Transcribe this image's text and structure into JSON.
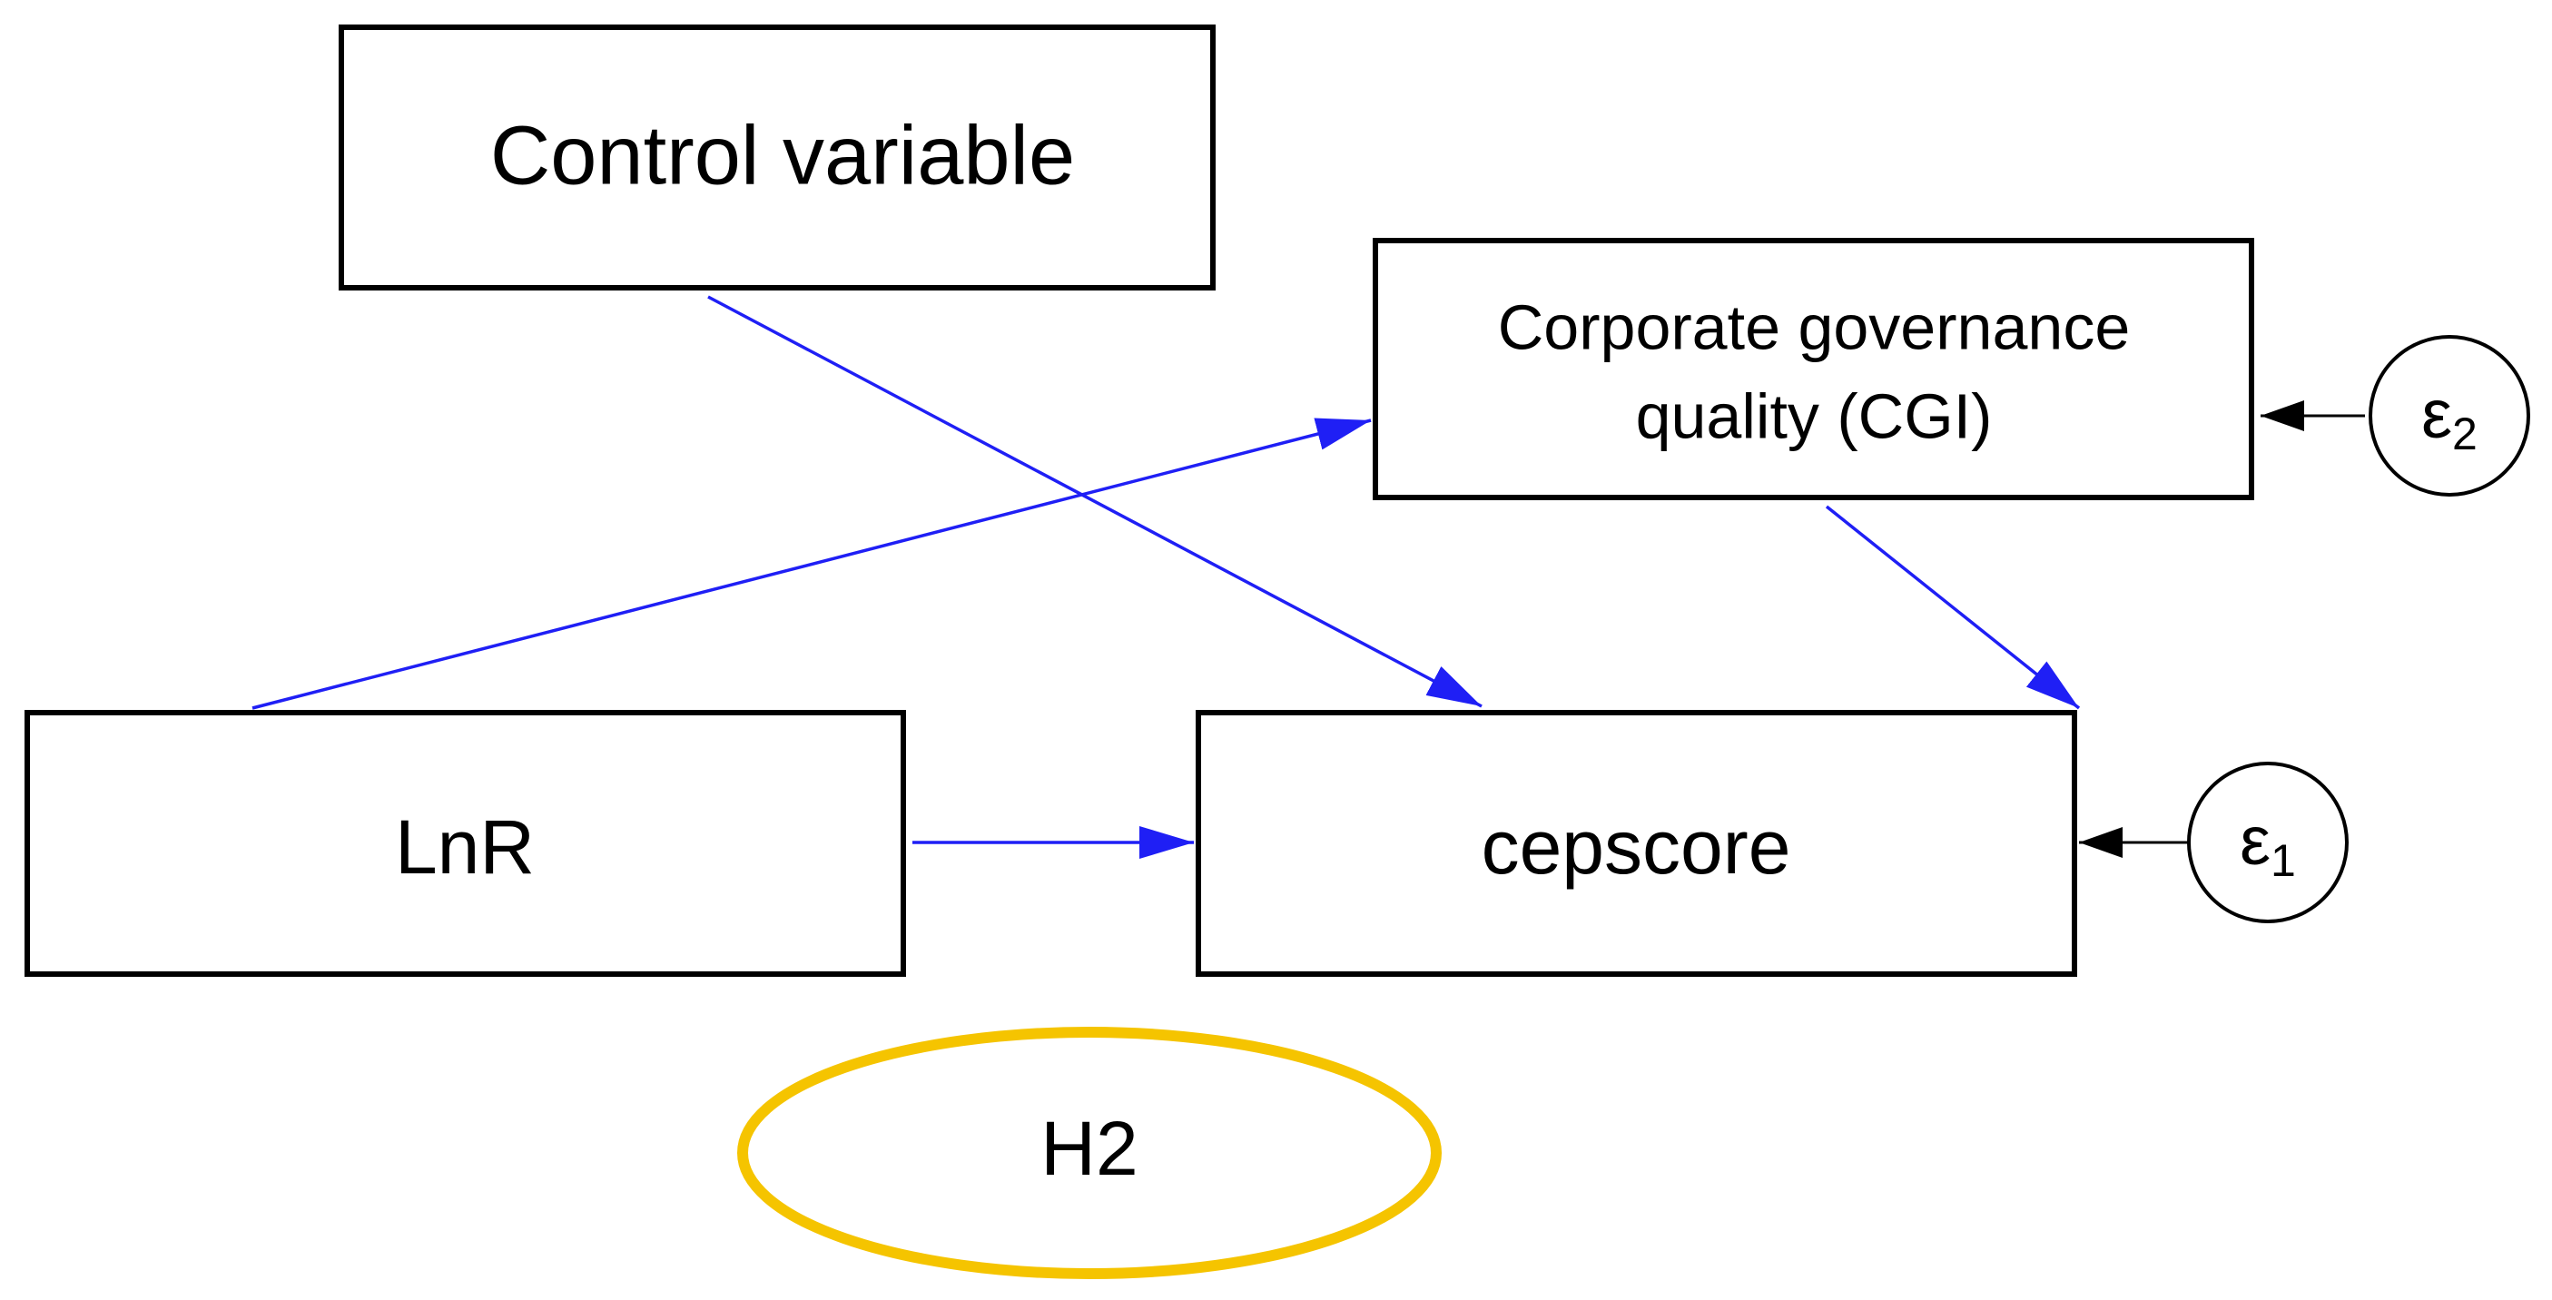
{
  "nodes": {
    "control": {
      "label": "Control variable"
    },
    "cgi": {
      "line1": "Corporate governance",
      "line2": "quality (CGI)"
    },
    "lnr": {
      "label": "LnR"
    },
    "cepscore": {
      "label": "cepscore"
    },
    "e2": {
      "symbol": "ε",
      "subscript": "2"
    },
    "e1": {
      "symbol": "ε",
      "subscript": "1"
    },
    "hypothesis": {
      "label": "H2"
    }
  },
  "colors": {
    "path_arrow": "#1f1ff5",
    "error_arrow": "#000000",
    "hypothesis_outline": "#f5c400"
  },
  "edges": [
    {
      "from": "control",
      "to": "cepscore"
    },
    {
      "from": "lnr",
      "to": "cgi"
    },
    {
      "from": "cgi",
      "to": "cepscore"
    },
    {
      "from": "lnr",
      "to": "cepscore"
    },
    {
      "from": "e2",
      "to": "cgi"
    },
    {
      "from": "e1",
      "to": "cepscore"
    }
  ]
}
